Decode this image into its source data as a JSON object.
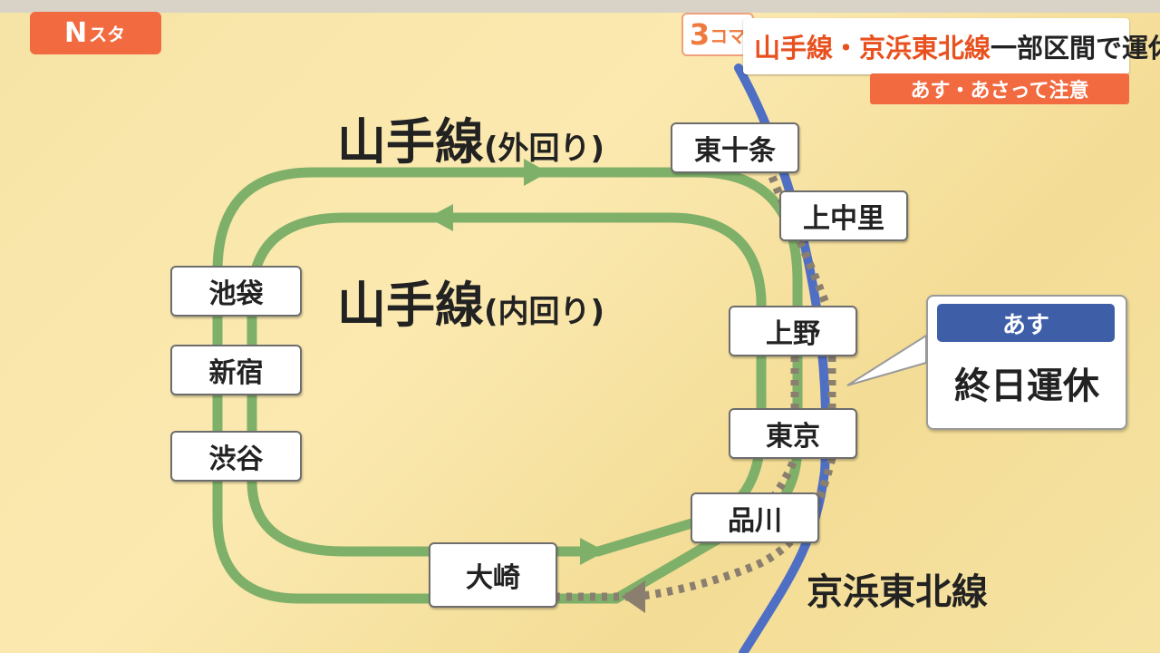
{
  "program": {
    "logo_mark": "N",
    "logo_text": "スタ"
  },
  "ticker": {
    "segment_number": "3",
    "segment_unit": "コマ",
    "headline_highlight": "山手線・京浜東北線",
    "headline_rest": "一部区間で運休",
    "subheadline": "あす・あさって注意"
  },
  "lines": {
    "outer_title": "山手線",
    "outer_suffix": "(外回り)",
    "inner_title": "山手線",
    "inner_suffix": "(内回り)",
    "keihin": "京浜東北線"
  },
  "stations": {
    "higashi_jujo": "東十条",
    "kaminakazato": "上中里",
    "ikebukuro": "池袋",
    "shinjuku": "新宿",
    "shibuya": "渋谷",
    "ueno": "上野",
    "tokyo": "東京",
    "shinagawa": "品川",
    "osaki": "大崎"
  },
  "callout": {
    "day": "あす",
    "status": "終日運休"
  },
  "colors": {
    "yamanote": "#7fb069",
    "keihin": "#4f6fc4",
    "suspended": "#8a7f6e",
    "accent": "#f26a40",
    "callout_tag": "#3e5ea8"
  }
}
